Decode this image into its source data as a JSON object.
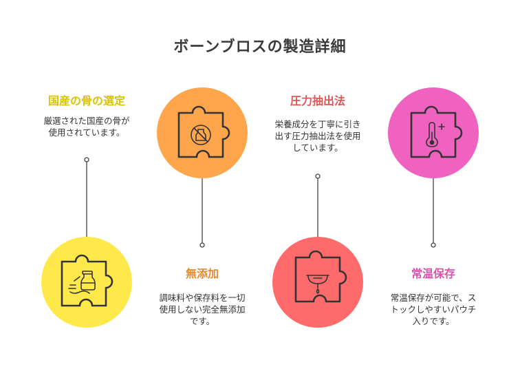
{
  "title": "ボーンブロスの製造詳細",
  "steps": [
    {
      "heading": "国産の骨の選定",
      "description": [
        "厳選された国産の骨が",
        "使用されています。"
      ],
      "color": "#d9c400",
      "fill": "#ffe94a",
      "icon": "broth-pot-icon"
    },
    {
      "heading": "無添加",
      "description": [
        "調味料や保存料を一切",
        "使用しない完全無添加",
        "です。"
      ],
      "color": "#e58a2b",
      "fill": "#ffa64d",
      "icon": "no-additive-icon"
    },
    {
      "heading": "圧力抽出法",
      "description": [
        "栄養成分を丁寧に引き",
        "出す圧力抽出法を使用",
        "しています。"
      ],
      "color": "#e05555",
      "fill": "#ff6b6b",
      "icon": "pressure-extraction-icon"
    },
    {
      "heading": "常温保存",
      "description": [
        "常温保存が可能で、ス",
        "トックしやすいパウチ",
        "入りです。"
      ],
      "color": "#d94faa",
      "fill": "#f062c0",
      "icon": "thermometer-icon"
    }
  ]
}
